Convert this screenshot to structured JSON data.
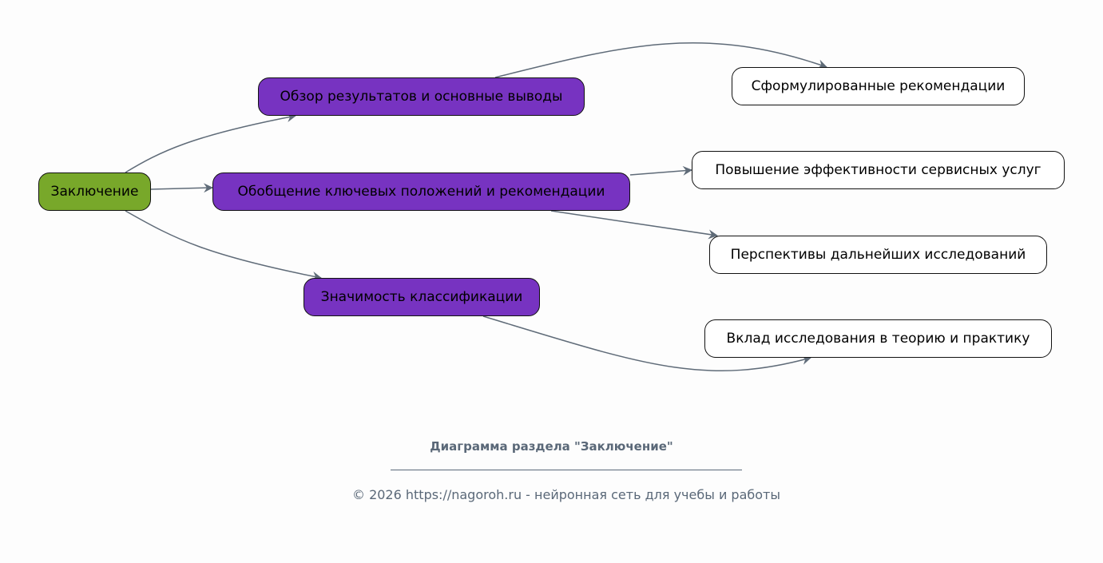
{
  "diagram": {
    "root": {
      "label": "Заключение",
      "color": "#78a82a"
    },
    "branches": [
      {
        "label": "Обзор результатов и основные выводы",
        "color": "#7733c1"
      },
      {
        "label": "Обобщение ключевых положений и рекомендации",
        "color": "#7733c1"
      },
      {
        "label": "Значимость классификации",
        "color": "#7733c1"
      }
    ],
    "leaves": [
      {
        "label": "Сформулированные рекомендации",
        "parent": 0
      },
      {
        "label": "Повышение эффективности сервисных услуг",
        "parent": 1
      },
      {
        "label": "Перспективы дальнейших исследований",
        "parent": 1
      },
      {
        "label": "Вклад исследования в теорию и практику",
        "parent": 2
      }
    ],
    "edge_color": "#5f6b78"
  },
  "caption": {
    "title": "Диаграмма раздела \"Заключение\"",
    "footer": "© 2026 https://nagoroh.ru - нейронная сеть для учебы и работы"
  }
}
